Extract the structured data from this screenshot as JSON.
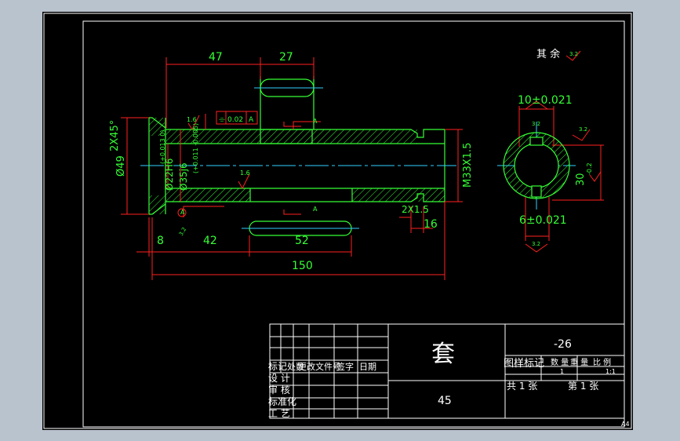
{
  "drawing": {
    "dims": {
      "d47": "47",
      "d27": "27",
      "d8": "8",
      "d42": "42",
      "d52": "52",
      "d150": "150",
      "d16": "16",
      "key_top": "10±0.021",
      "key_bot": "6±0.021",
      "dep30": "30",
      "dep30_tol": "-0.2"
    },
    "left_texts": {
      "chamfer": "2X45°",
      "dia49": "Ø49",
      "dia22": "Ø22H6",
      "tol22": "(+0.013 0)",
      "dia35": "Ø35j6",
      "tol35": "(+0.011 -0.005)",
      "thread": "M33X1.5",
      "groove": "2X1.5"
    },
    "roughness": {
      "r1": "1.6",
      "r2": "1.6",
      "r3": "3.2",
      "r4": "3.2",
      "r5": "3.2",
      "r6": "3.2",
      "r7": "3.2"
    },
    "tolerance_frame": {
      "symbol": "⌯",
      "value": "0.02",
      "datum": "A"
    },
    "datum": {
      "sect_top": "A",
      "sect_bot": "A",
      "datum_label": "A"
    },
    "remark": "其 余",
    "sheet_size": "A4"
  },
  "title_block": {
    "part_name": "套",
    "drawing_no": "-26",
    "material": "45",
    "rev_header": [
      "标记",
      "处数",
      "更改文件号",
      "签字",
      "日期"
    ],
    "design": "设 计",
    "review": "审 核",
    "standard": "标准化",
    "process": "工 艺",
    "stage_mark": "图样标记",
    "quantity": "数 量",
    "weight": "重 量",
    "scale_label": "比 例",
    "qty_val": "1",
    "scale_val": "1:1",
    "total_sheets": "共 1 张",
    "sheet_no": "第 1 张"
  },
  "colors": {
    "outline": "#35ff35",
    "dimension": "#ff2020",
    "center": "#30d0ff",
    "frame": "#ffffff",
    "hatch": "#35ff35"
  }
}
